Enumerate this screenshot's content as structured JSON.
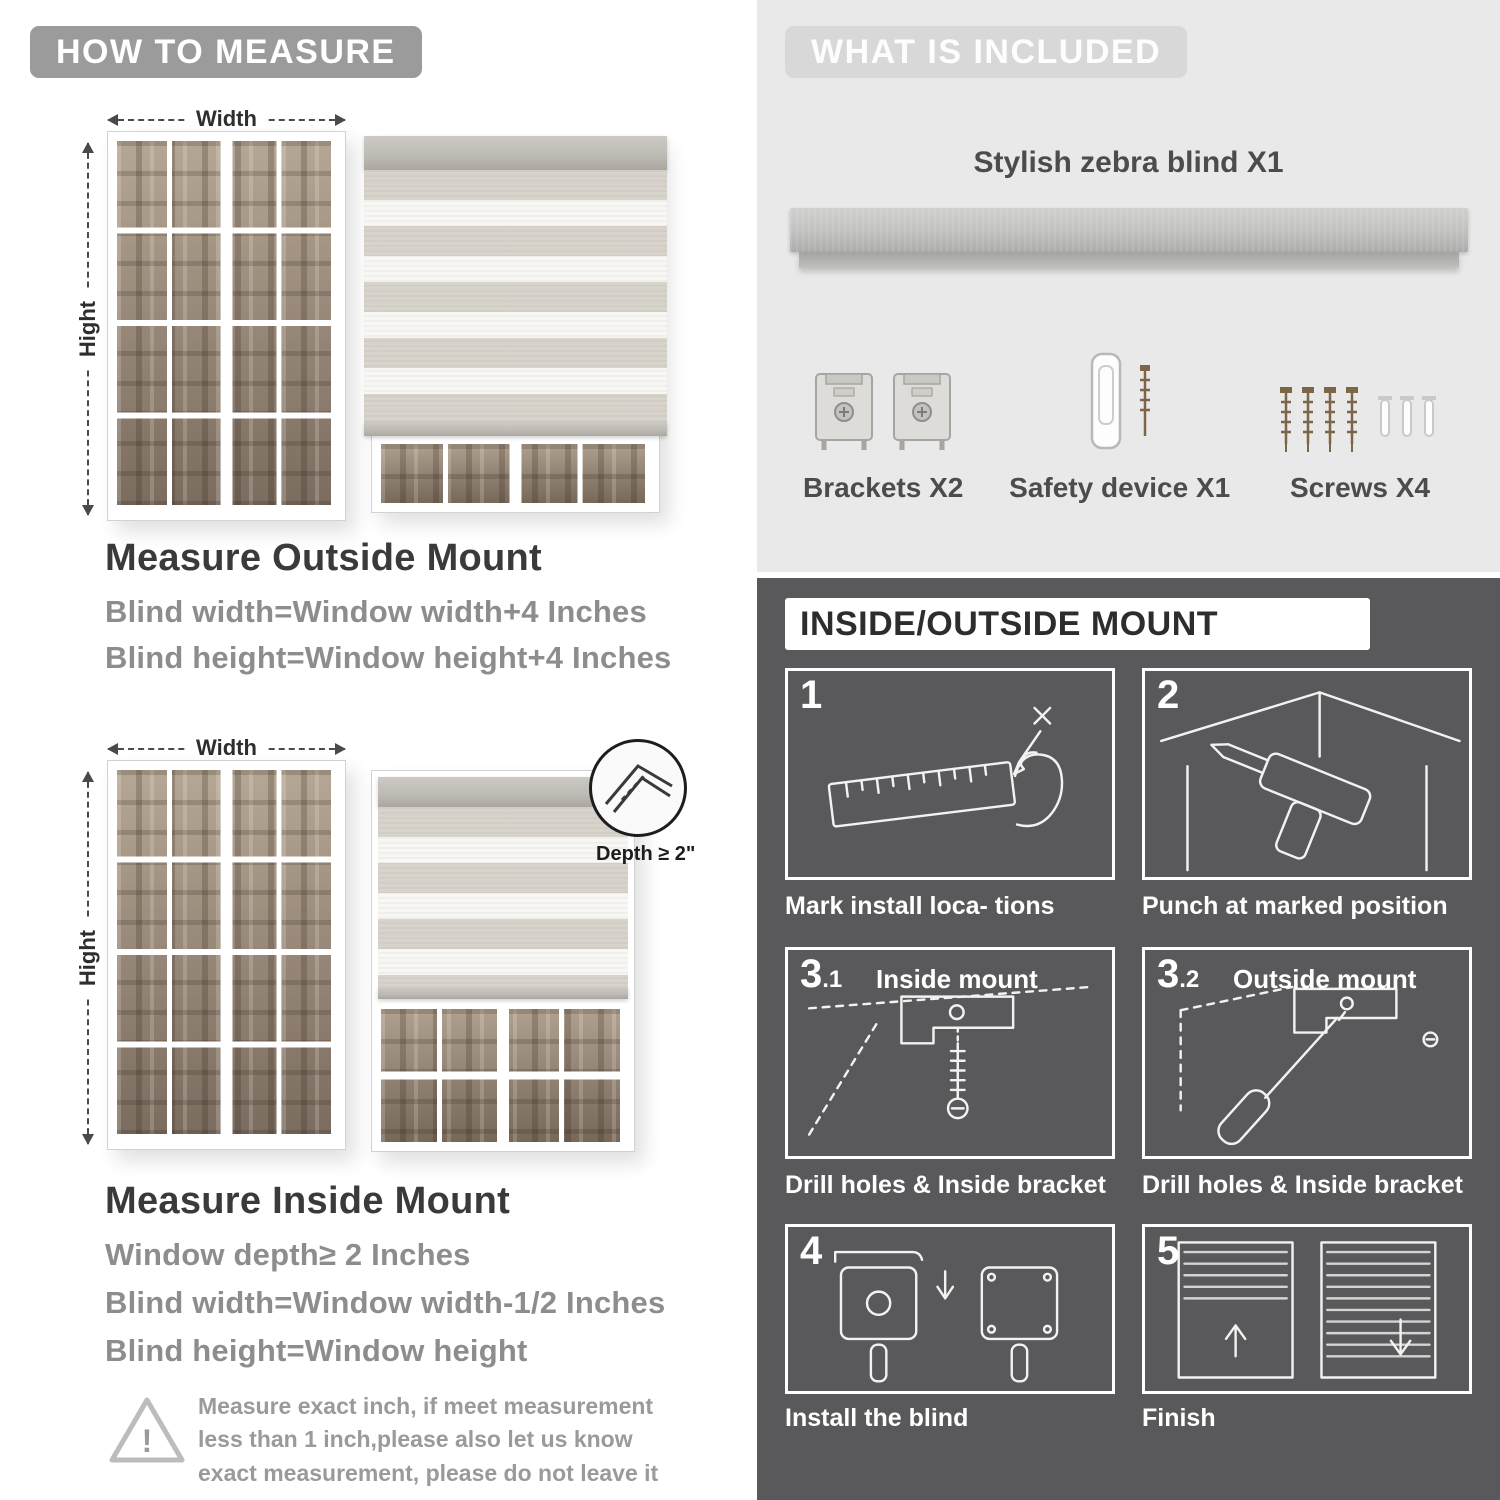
{
  "colors": {
    "badge_gray": "#9b9b9b",
    "light_panel": "#e9e9e9",
    "dark_panel": "#59595b",
    "heading_text": "#3a3a3a",
    "body_gray": "#8d8d8d",
    "white": "#ffffff"
  },
  "left": {
    "badge": "HOW TO MEASURE",
    "width_label": "Width",
    "height_label": "Hight",
    "outside": {
      "heading": "Measure Outside Mount",
      "lines": [
        "Blind width=Window width+4 Inches",
        "Blind height=Window height+4 Inches"
      ]
    },
    "inside": {
      "depth_label": "Depth ≥ 2\"",
      "heading": "Measure Inside Mount",
      "lines": [
        "Window depth≥ 2 Inches",
        "Blind width=Window width-1/2 Inches",
        "Blind height=Window height"
      ]
    },
    "warning": {
      "icon": "!",
      "text": "Measure exact inch, if meet measurement less than 1 inch,please also let us know exact measurement, please do not leave it"
    }
  },
  "included": {
    "badge": "WHAT IS INCLUDED",
    "blind_label": "Stylish zebra blind X1",
    "items": [
      {
        "name": "brackets",
        "label": "Brackets X2"
      },
      {
        "name": "safety-device",
        "label": "Safety device X1"
      },
      {
        "name": "screws",
        "label": "Screws X4"
      }
    ]
  },
  "mount": {
    "title": "INSIDE/OUTSIDE MOUNT",
    "steps": [
      {
        "num": "1",
        "sub": "",
        "title": "",
        "caption": "Mark install loca- tions"
      },
      {
        "num": "2",
        "sub": "",
        "title": "",
        "caption": "Punch at  marked position"
      },
      {
        "num": "3",
        "sub": ".1",
        "title": "Inside mount",
        "caption": "Drill holes &  Inside bracket"
      },
      {
        "num": "3",
        "sub": ".2",
        "title": "Outside mount",
        "caption": "Drill holes &  Inside bracket"
      },
      {
        "num": "4",
        "sub": "",
        "title": "",
        "caption": "Install the blind"
      },
      {
        "num": "5",
        "sub": "",
        "title": "",
        "caption": "Finish"
      }
    ]
  }
}
